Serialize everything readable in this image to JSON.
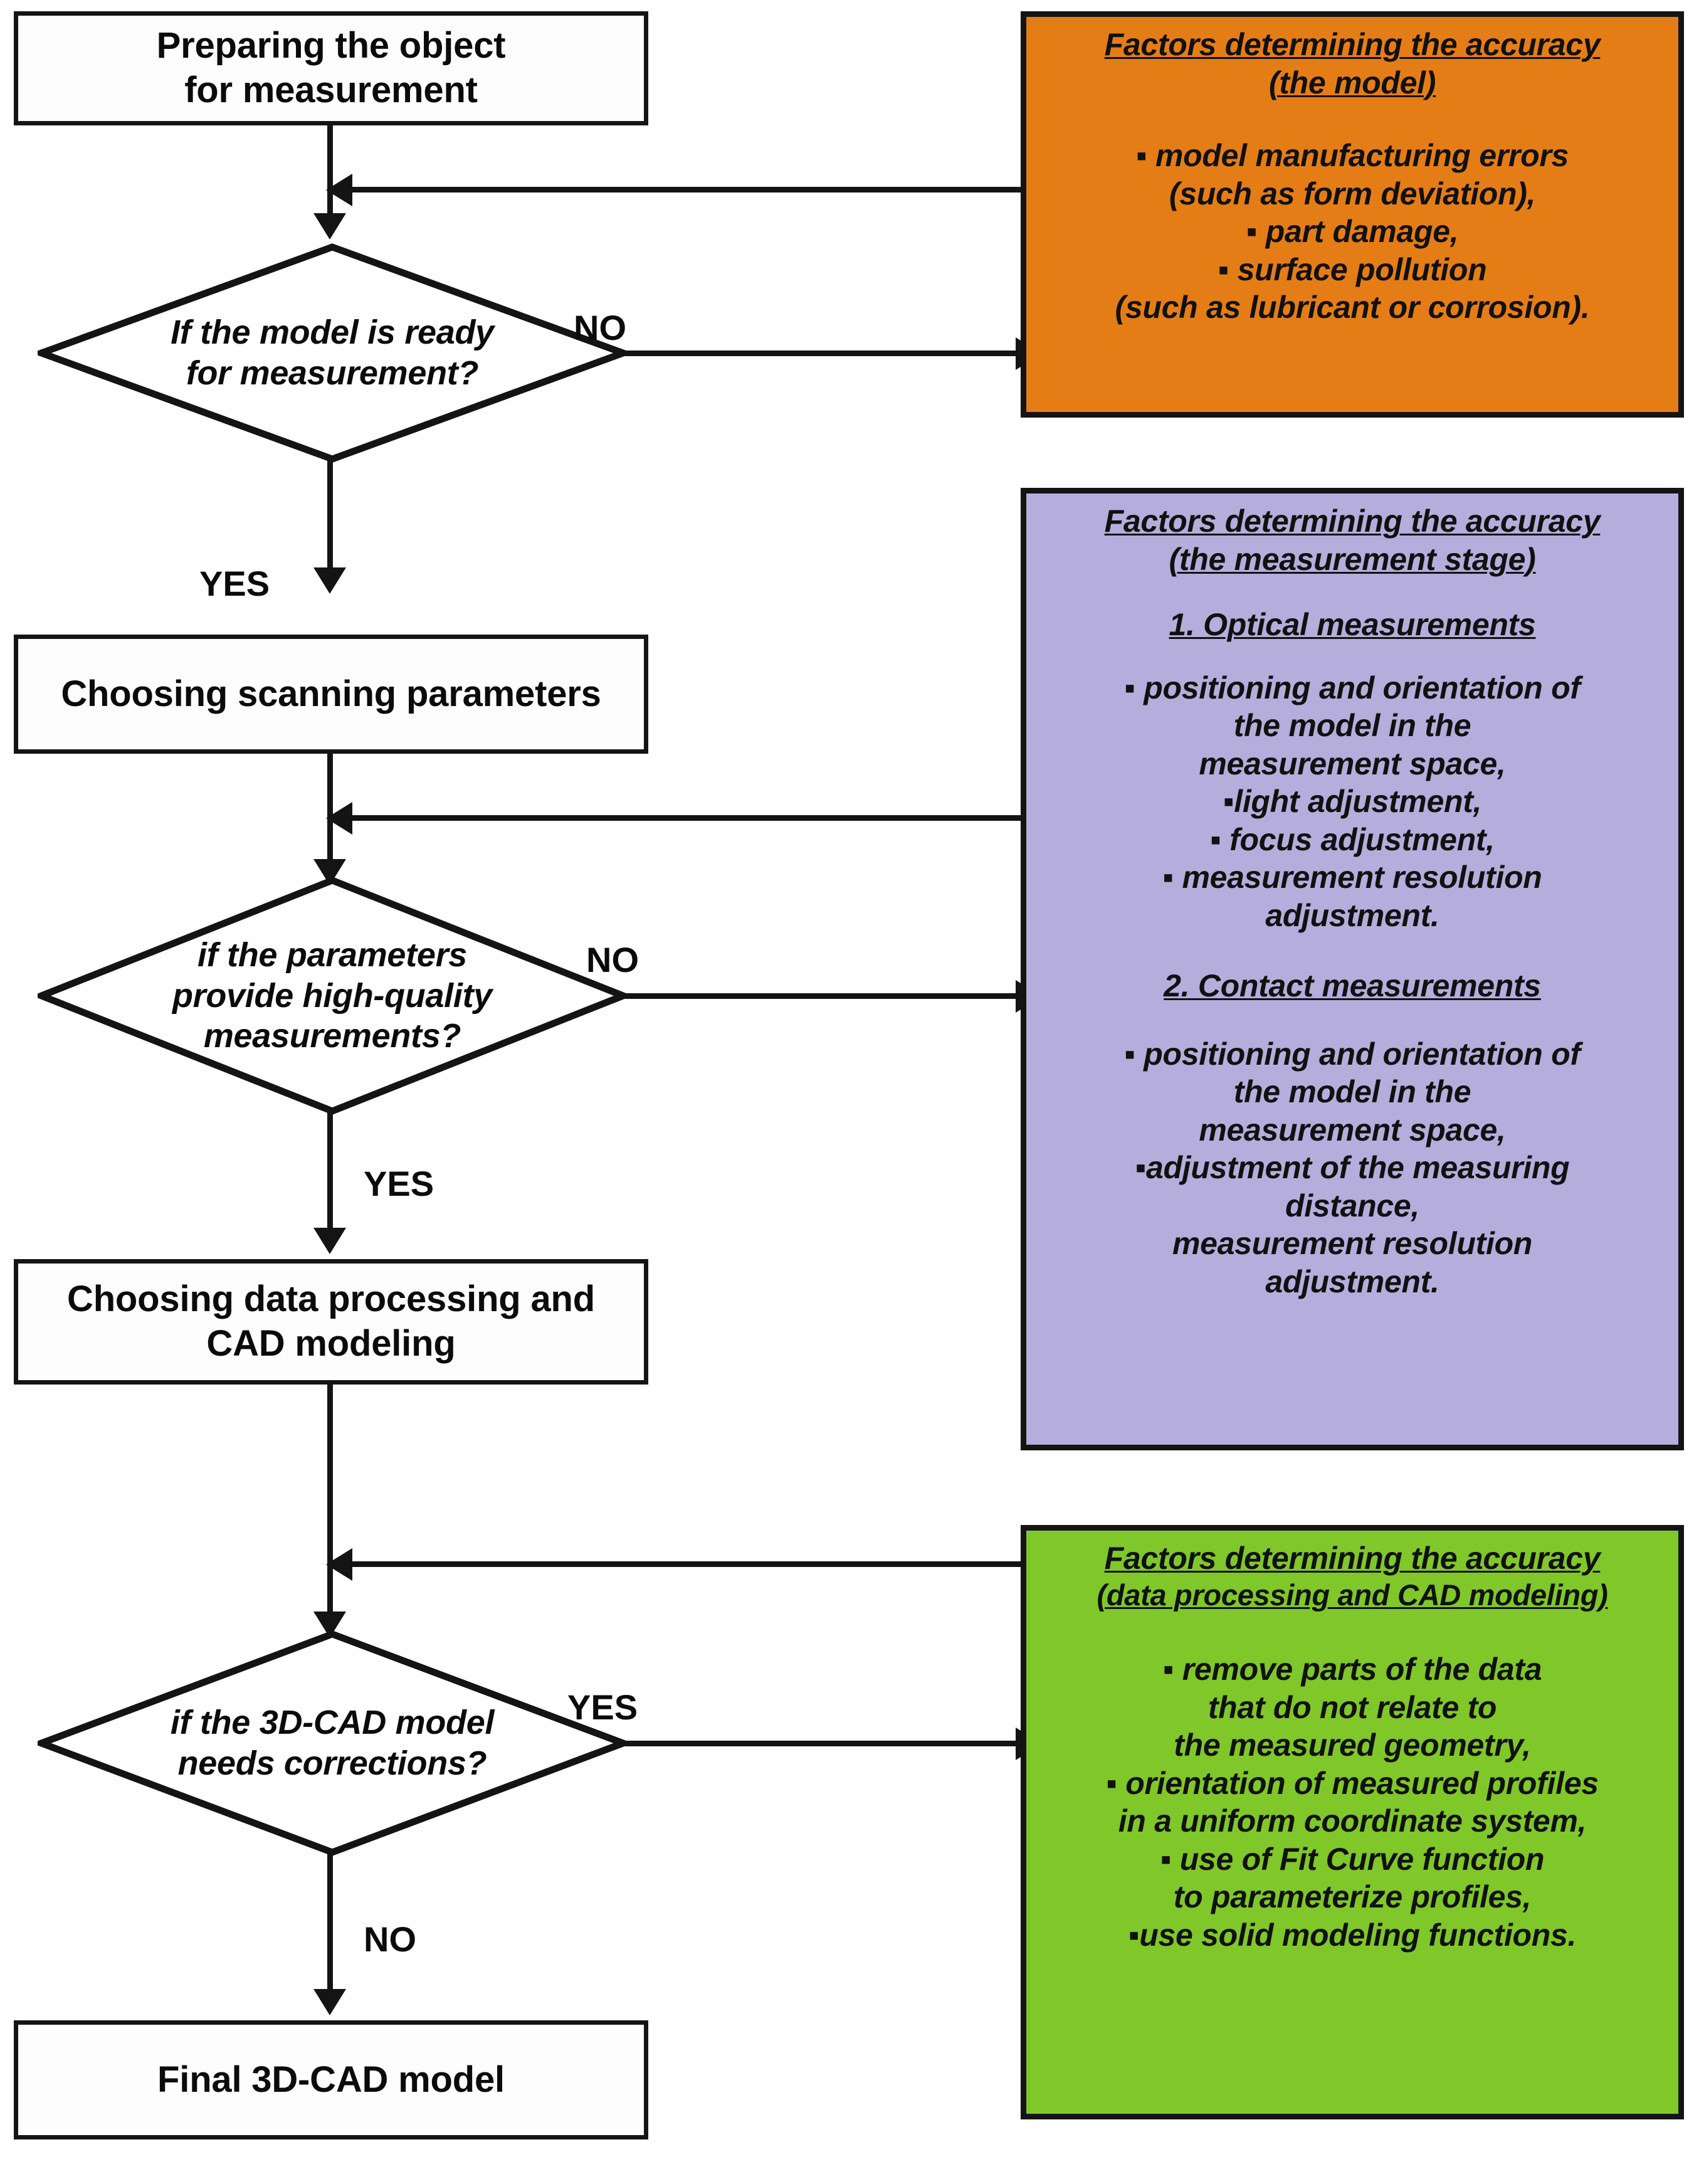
{
  "diagram": {
    "title": "Measurement and CAD modeling accuracy flowchart",
    "colors": {
      "model_panel": "#E57D17",
      "measurement_panel": "#B5AEDC",
      "cad_panel": "#80C72A",
      "stroke": "#141414",
      "process_fill": "#FDFDFD"
    }
  },
  "process": {
    "prepare": {
      "line1": "Preparing the object",
      "line2": "for measurement"
    },
    "scanning": {
      "line1": "Choosing scanning parameters"
    },
    "processing": {
      "line1": "Choosing data processing and",
      "line2": "CAD modeling"
    },
    "final": {
      "line1": "Final 3D-CAD model"
    }
  },
  "decisions": {
    "model_ready": {
      "line1": "If the model is ready",
      "line2": "for measurement?",
      "yes_label": "YES",
      "no_label": "NO"
    },
    "params_quality": {
      "line1": "if the parameters",
      "line2": "provide high-quality",
      "line3": "measurements?",
      "yes_label": "YES",
      "no_label": "NO"
    },
    "cad_corrections": {
      "line1": "if the 3D-CAD model",
      "line2": "needs corrections?",
      "yes_label": "YES",
      "no_label": "NO"
    }
  },
  "panels": {
    "model": {
      "title_line1": "Factors determining the accuracy",
      "title_line2": "(the model)",
      "items": [
        "▪ model manufacturing errors",
        "(such as form deviation),",
        "▪ part damage,",
        "▪ surface pollution",
        "(such as lubricant or corrosion)."
      ]
    },
    "measurement": {
      "title_line1": "Factors determining the accuracy",
      "title_line2": "(the measurement stage)",
      "section1_heading": "1. Optical measurements",
      "section1_items": [
        "▪ positioning and orientation of",
        "the model in the",
        "measurement space,",
        "▪light adjustment,",
        "▪ focus adjustment,",
        "▪ measurement resolution",
        "adjustment."
      ],
      "section2_heading": "2. Contact measurements",
      "section2_items": [
        "▪ positioning and orientation of",
        "the model in the",
        "measurement space,",
        "▪adjustment of the measuring",
        "distance,",
        "measurement resolution",
        "adjustment."
      ]
    },
    "cad": {
      "title_line1": "Factors determining the accuracy",
      "title_line2": "(data processing and CAD modeling)",
      "items": [
        "▪ remove parts of the data",
        "that do not relate to",
        "the measured geometry,",
        "▪ orientation of measured profiles",
        "in a uniform coordinate system,",
        "▪ use of Fit Curve function",
        "to parameterize profiles,",
        "▪use solid modeling functions."
      ]
    }
  }
}
